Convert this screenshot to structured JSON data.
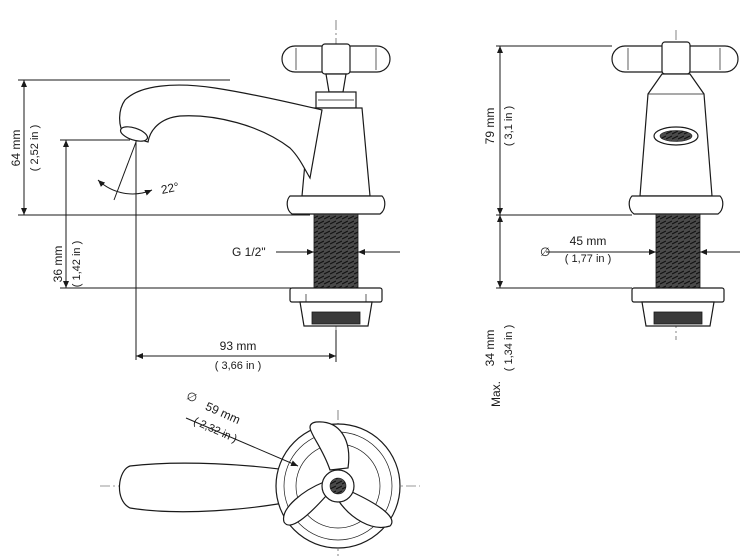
{
  "dimensions": {
    "spout_height": {
      "mm": "64 mm",
      "in": "( 2,52 in )"
    },
    "thread_length": {
      "mm": "36 mm",
      "in": "( 1,42 in )"
    },
    "spout_angle": "22°",
    "thread_size": "G 1/2\"",
    "spout_reach": {
      "mm": "93 mm",
      "in": "( 3,66 in )"
    },
    "body_height": {
      "mm": "79 mm",
      "in": "( 3,1 in )"
    },
    "base_diameter": {
      "symbol": "∅",
      "mm": "45 mm",
      "in": "( 1,77 in )"
    },
    "max_clamp": {
      "prefix": "Max.",
      "mm": "34 mm",
      "in": "( 1,34 in )"
    },
    "handle_diameter": {
      "symbol": "∅",
      "mm": "59 mm",
      "in": "( 2,32 in )"
    }
  },
  "colors": {
    "line": "#1a1a1a",
    "thread": "#3a3a3a",
    "background": "#ffffff"
  }
}
